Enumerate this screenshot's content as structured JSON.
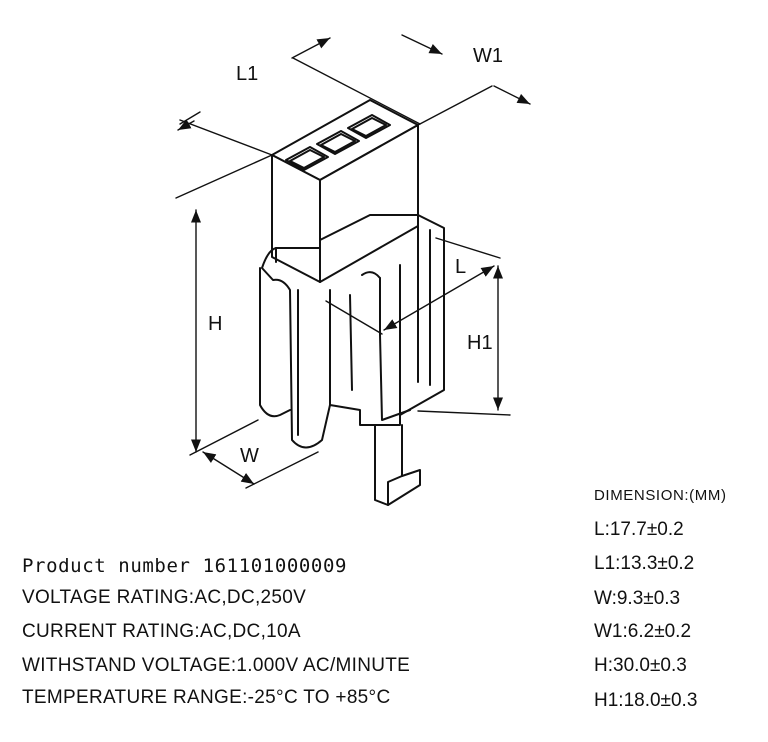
{
  "drawing": {
    "labels": {
      "L1": "L1",
      "W1": "W1",
      "L": "L",
      "H": "H",
      "H1": "H1",
      "W": "W"
    }
  },
  "specs": {
    "product_number": "Product number 161101000009",
    "voltage_rating": "VOLTAGE RATING:AC,DC,250V",
    "current_rating": "CURRENT RATING:AC,DC,10A",
    "withstand_voltage": "WITHSTAND VOLTAGE:1.000V AC/MINUTE",
    "temperature_range": "TEMPERATURE RANGE:-25°C TO +85°C"
  },
  "dimensions": {
    "title": "DIMENSION:(MM)",
    "rows": [
      "L:17.7±0.2",
      "L1:13.3±0.2",
      "W:9.3±0.3",
      "W1:6.2±0.2",
      "H:30.0±0.3",
      "H1:18.0±0.3"
    ]
  }
}
